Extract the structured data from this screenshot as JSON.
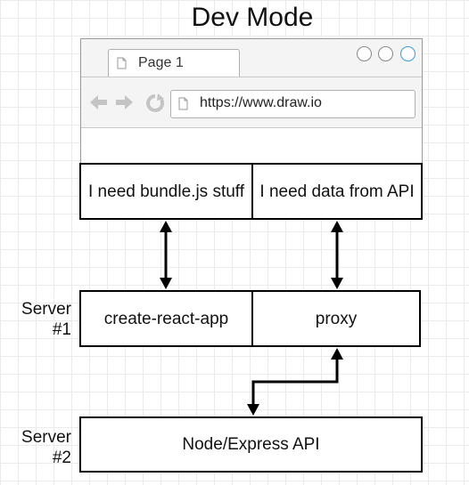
{
  "title": "Dev Mode",
  "browser": {
    "tab_label": "Page 1",
    "url": "https://www.draw.io"
  },
  "boxes": {
    "need_bundle": "I need bundle.js stuff",
    "need_data": "I need data from API",
    "cra": "create-react-app",
    "proxy": "proxy",
    "node": "Node/Express API"
  },
  "labels": {
    "server1": "Server #1",
    "server2": "Server #2"
  },
  "colors": {
    "accent_dot": "#3d9bd6",
    "grid": "#ebebeb"
  }
}
